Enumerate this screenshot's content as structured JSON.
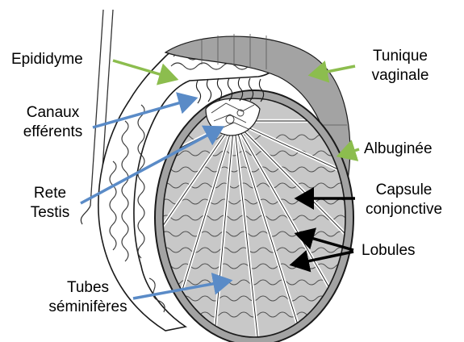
{
  "labels": {
    "epididyme": "Epididyme",
    "canaux_line1": "Canaux",
    "canaux_line2": "efférents",
    "rete_line1": "Rete",
    "rete_line2": "Testis",
    "tubes_line1": "Tubes",
    "tubes_line2": "séminifères",
    "tunique_line1": "Tunique",
    "tunique_line2": "vaginale",
    "albuginee": "Albuginée",
    "capsule_line1": "Capsule",
    "capsule_line2": "conjonctive",
    "lobules": "Lobules"
  },
  "colors": {
    "arrow_green": "#8cbd4e",
    "arrow_blue": "#5a8bc7",
    "arrow_black": "#000000",
    "tunica_fill": "#a3a3a3",
    "lobule_fill": "#c8c8c8",
    "outline": "#1a1a1a"
  }
}
